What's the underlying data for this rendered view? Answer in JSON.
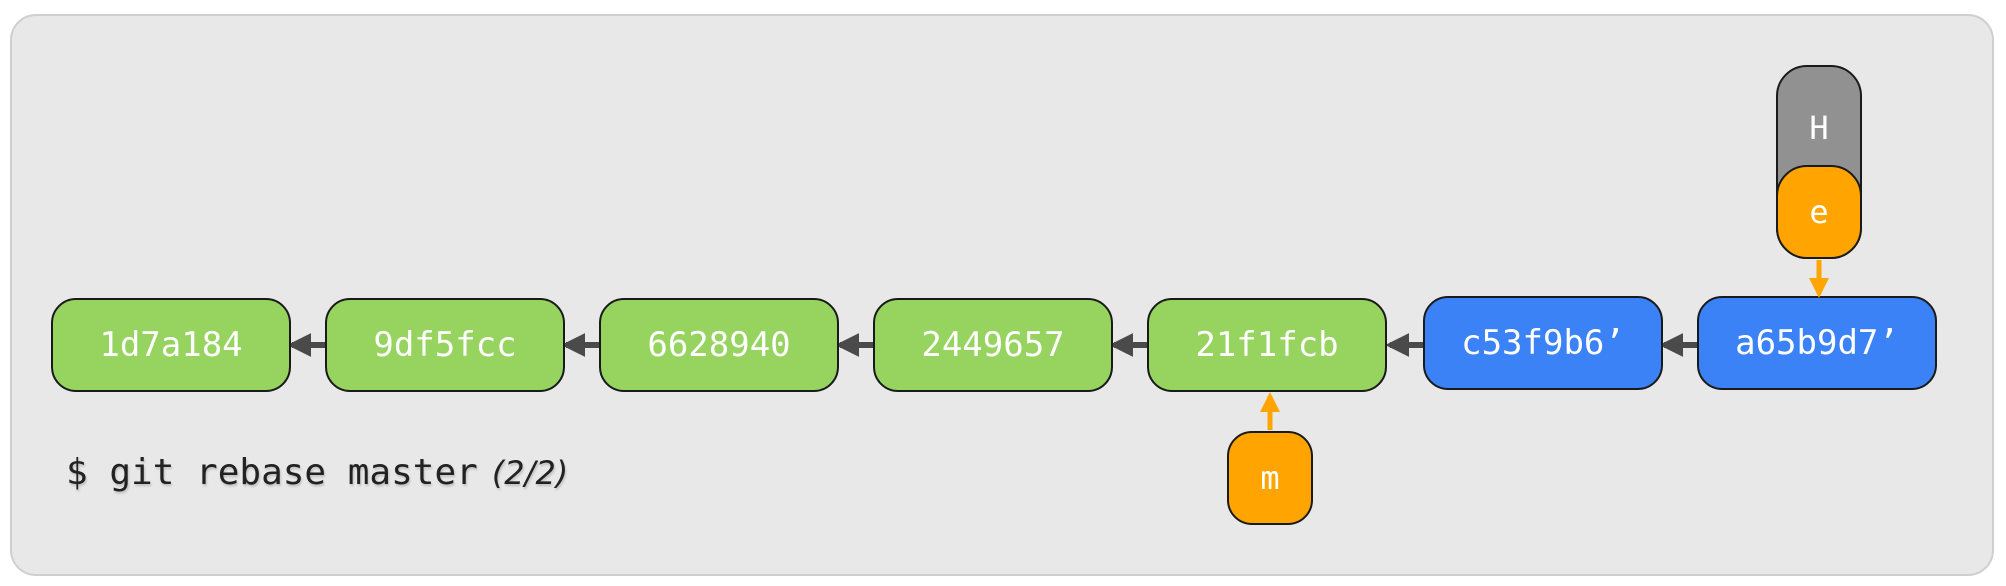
{
  "colors": {
    "rebased_commit": "#96d35f",
    "new_commit": "#3b82f6",
    "master_ref": "#ffa400",
    "head_ref": "#919191",
    "arrow_dark": "#4a4a4a",
    "arrow_ref": "#ffa400"
  },
  "commits": [
    {
      "id": "1d7a184",
      "kind": "old"
    },
    {
      "id": "9df5fcc",
      "kind": "old"
    },
    {
      "id": "6628940",
      "kind": "old"
    },
    {
      "id": "2449657",
      "kind": "old"
    },
    {
      "id": "21f1fcb",
      "kind": "old"
    },
    {
      "id": "c53f9b6’",
      "kind": "new"
    },
    {
      "id": "a65b9d7’",
      "kind": "new"
    }
  ],
  "refs": {
    "head": {
      "label": "H"
    },
    "branch": {
      "label": "e",
      "points_to": "a65b9d7’"
    },
    "master": {
      "label": "m",
      "points_to": "21f1fcb"
    }
  },
  "command": {
    "text": "$ git rebase master",
    "progress": "(2/2)"
  }
}
